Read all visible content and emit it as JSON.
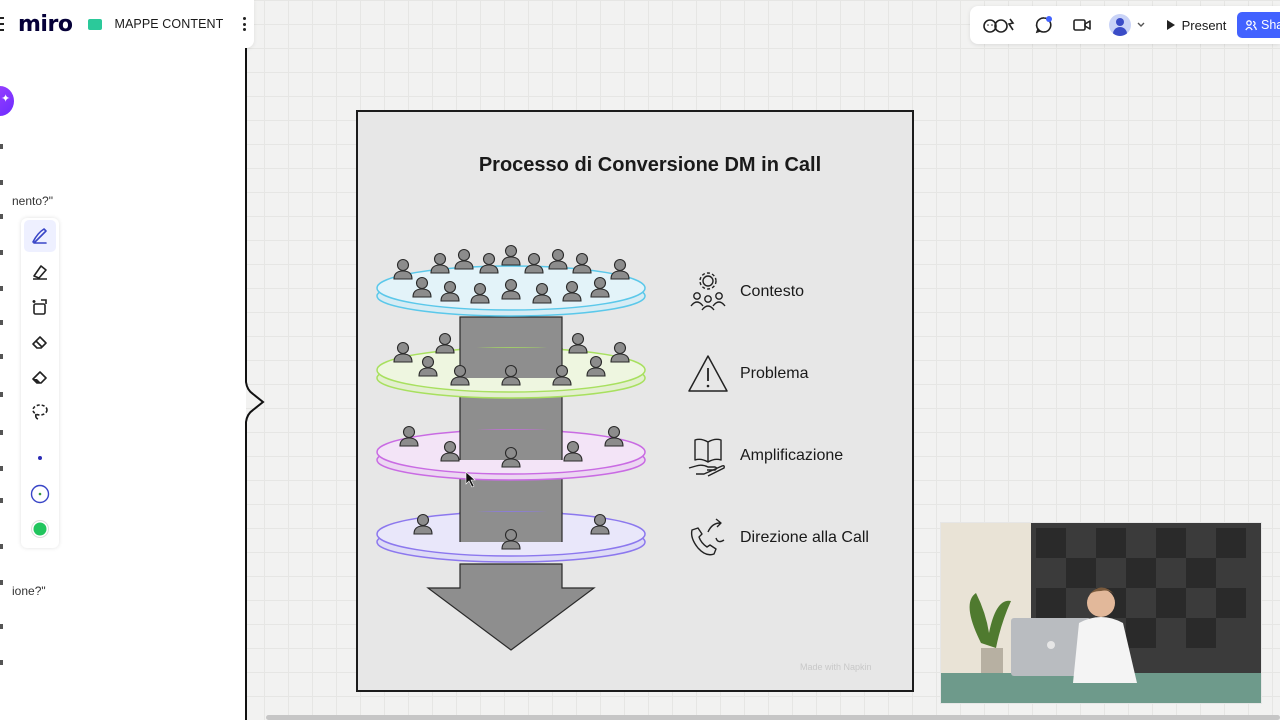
{
  "app": {
    "logo": "miro",
    "board_name": "MAPPE CONTENT",
    "board_color": "#2bc99a"
  },
  "left_panel": {
    "snippet_top": "nento?\"",
    "snippet_bottom": "ione?\""
  },
  "tools": [
    {
      "name": "pen-icon",
      "active": true
    },
    {
      "name": "highlighter-icon",
      "active": false
    },
    {
      "name": "shape-insert-icon",
      "active": false
    },
    {
      "name": "eraser-icon",
      "active": false
    },
    {
      "name": "object-eraser-icon",
      "active": false
    },
    {
      "name": "lasso-icon",
      "active": false
    },
    {
      "name": "small-dot-color-icon",
      "active": false
    },
    {
      "name": "outlined-dot-color-icon",
      "active": false
    },
    {
      "name": "green-color-icon",
      "active": false
    }
  ],
  "toolbar": {
    "present_label": "Present",
    "share_label": "Sha",
    "accent": "#4262ff"
  },
  "diagram": {
    "title": "Processo di Conversione DM in Call",
    "stages": [
      {
        "label": "Contesto",
        "icon": "people-gear-icon",
        "color": "#5bc8ea"
      },
      {
        "label": "Problema",
        "icon": "warning-icon",
        "color": "#a8e05f"
      },
      {
        "label": "Amplificazione",
        "icon": "book-hand-icon",
        "color": "#c96be3"
      },
      {
        "label": "Direzione alla Call",
        "icon": "phone-arrow-icon",
        "color": "#8c78ee"
      }
    ],
    "watermark": "Made with Napkin"
  }
}
